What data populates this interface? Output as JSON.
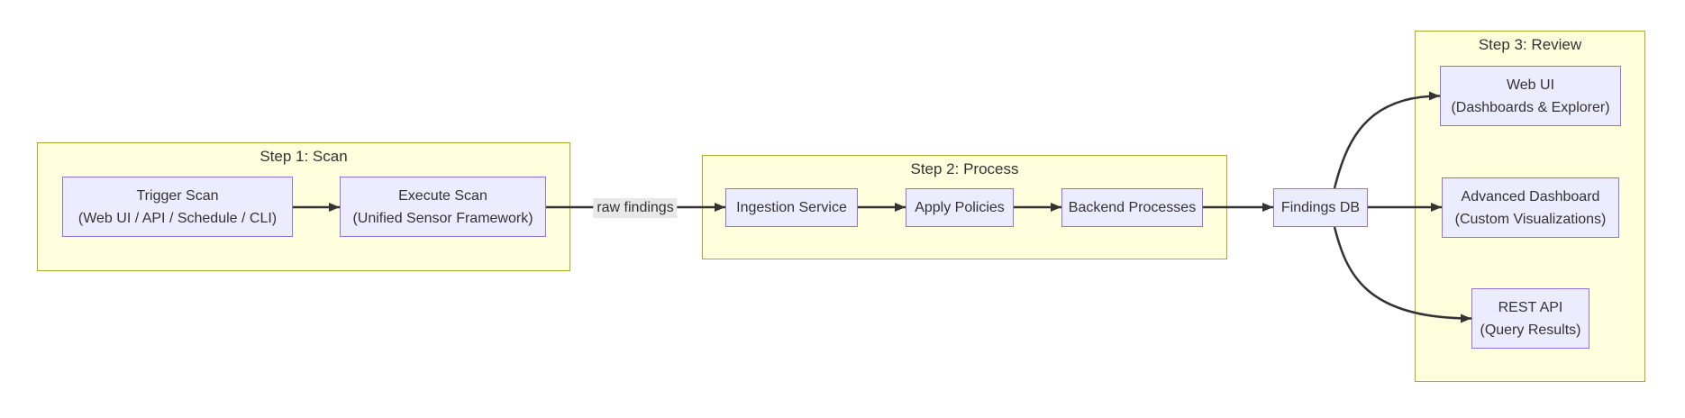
{
  "diagram": {
    "type": "flowchart",
    "clusters": {
      "step1": {
        "title": "Step 1: Scan"
      },
      "step2": {
        "title": "Step 2: Process"
      },
      "step3": {
        "title": "Step 3: Review"
      }
    },
    "nodes": {
      "trigger_scan": {
        "line1": "Trigger Scan",
        "line2": "(Web UI / API / Schedule / CLI)"
      },
      "execute_scan": {
        "line1": "Execute Scan",
        "line2": "(Unified Sensor Framework)"
      },
      "ingestion_service": {
        "line1": "Ingestion Service"
      },
      "apply_policies": {
        "line1": "Apply Policies"
      },
      "backend_processes": {
        "line1": "Backend Processes"
      },
      "findings_db": {
        "line1": "Findings DB"
      },
      "web_ui": {
        "line1": "Web UI",
        "line2": "(Dashboards & Explorer)"
      },
      "advanced_dashboard": {
        "line1": "Advanced Dashboard",
        "line2": "(Custom Visualizations)"
      },
      "rest_api": {
        "line1": "REST API",
        "line2": "(Query Results)"
      }
    },
    "edge_labels": {
      "raw_findings": {
        "text": "raw findings"
      }
    },
    "edges": [
      {
        "from": "trigger_scan",
        "to": "execute_scan"
      },
      {
        "from": "execute_scan",
        "to": "ingestion_service",
        "label": "raw findings"
      },
      {
        "from": "ingestion_service",
        "to": "apply_policies"
      },
      {
        "from": "apply_policies",
        "to": "backend_processes"
      },
      {
        "from": "backend_processes",
        "to": "findings_db"
      },
      {
        "from": "findings_db",
        "to": "web_ui"
      },
      {
        "from": "findings_db",
        "to": "advanced_dashboard"
      },
      {
        "from": "findings_db",
        "to": "rest_api"
      }
    ],
    "colors": {
      "node-fill": "#ECECFF",
      "node-border": "#9370DB",
      "cluster-fill": "#FFFFDE",
      "cluster-border": "#AAAA33",
      "edge": "#333333",
      "edge-label-bg": "#E8E8E8",
      "text": "#333333"
    }
  }
}
